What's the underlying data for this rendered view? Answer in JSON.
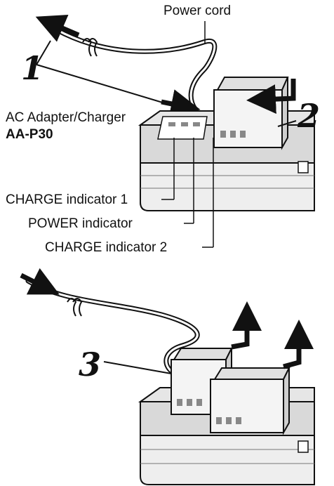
{
  "labels": {
    "power_cord": "Power cord",
    "adapter_name": "AC Adapter/Charger",
    "adapter_model": "AA-P30",
    "charge_indicator_1": "CHARGE indicator 1",
    "power_indicator": "POWER indicator",
    "charge_indicator_2": "CHARGE indicator 2"
  },
  "steps": [
    "1",
    "2",
    "3"
  ],
  "colors": {
    "line": "#111111",
    "light_gray": "#e6e6e6",
    "mid_gray": "#cfcfcf",
    "dark_gray": "#a9a9a9"
  }
}
